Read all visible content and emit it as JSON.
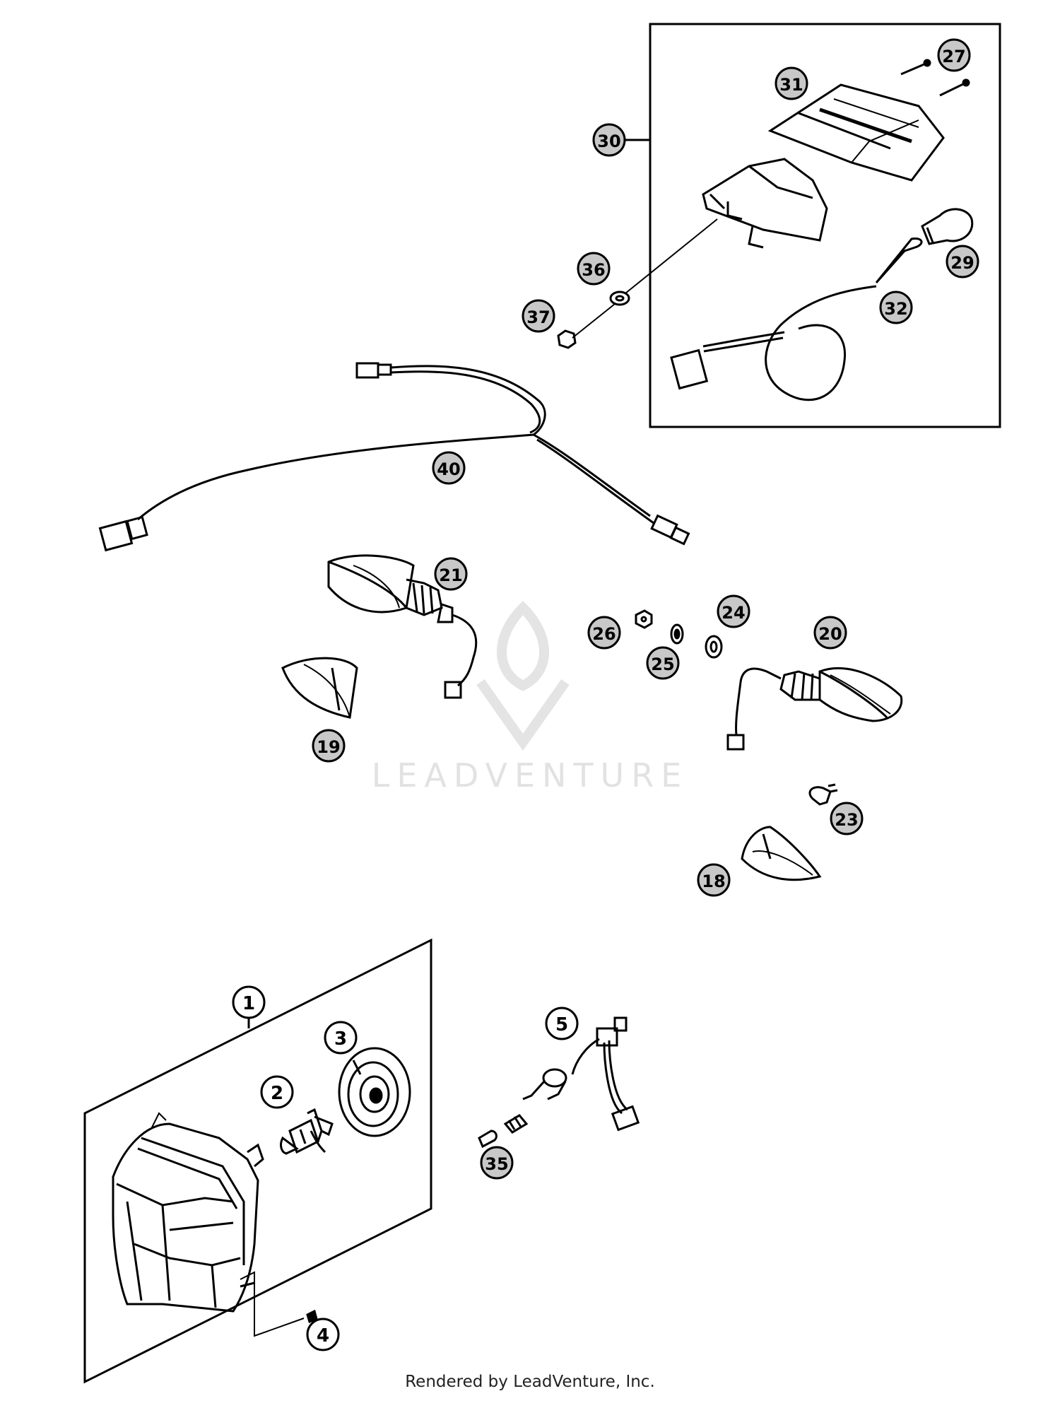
{
  "watermark": {
    "text": "LEADVENTURE"
  },
  "footer": {
    "credit": "Rendered by LeadVenture, Inc."
  },
  "callouts": {
    "c1": "1",
    "c2": "2",
    "c3": "3",
    "c4": "4",
    "c5": "5",
    "c18": "18",
    "c19": "19",
    "c20": "20",
    "c21": "21",
    "c23": "23",
    "c24": "24",
    "c25": "25",
    "c26": "26",
    "c27": "27",
    "c29": "29",
    "c30": "30",
    "c31": "31",
    "c32": "32",
    "c35": "35",
    "c36": "36",
    "c37": "37",
    "c40": "40"
  }
}
